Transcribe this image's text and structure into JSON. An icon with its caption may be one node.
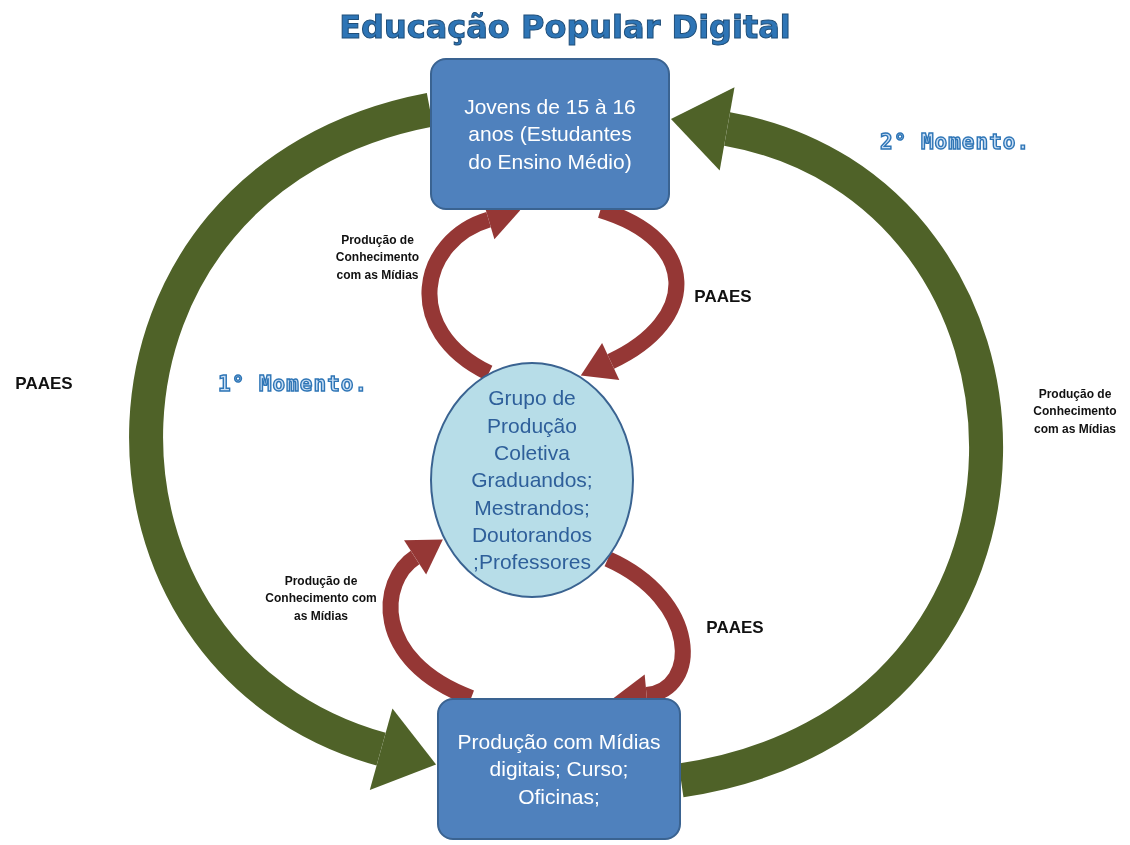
{
  "diagram": {
    "title": "Educação Popular Digital",
    "nodes": [
      {
        "text": [
          "Jovens de 15 à 16 anos (Estudantes do Ensino Médio)"
        ]
      },
      {
        "text": [
          "Grupo de Produção Coletiva Graduandos; Mestrandos; Doutorandos ;Professores"
        ]
      },
      {
        "text": [
          "Produção com Mídias digitais; Curso; Oficinas;"
        ]
      }
    ],
    "edges": [
      {
        "from": 1,
        "to": 0,
        "arrow": "to",
        "label": "Produção de Conhecimento com as Mídias"
      },
      {
        "from": 0,
        "to": 1,
        "arrow": "to",
        "label": "PAAES"
      },
      {
        "from": 2,
        "to": 1,
        "arrow": "to",
        "label": "Produção de Conhecimento com as Mídias"
      },
      {
        "from": 1,
        "to": 2,
        "arrow": "to",
        "label": "PAAES"
      },
      {
        "from": 0,
        "to": 2,
        "arrow": "to",
        "label": "PAAES",
        "style": "thick",
        "color": "#4f6228"
      },
      {
        "from": 2,
        "to": 0,
        "arrow": "to",
        "label": "Produção de Conhecimento com as Mídias",
        "style": "thick",
        "color": "#4f6228"
      }
    ],
    "labels": [
      "1° Momento.",
      "2° Momento."
    ]
  }
}
